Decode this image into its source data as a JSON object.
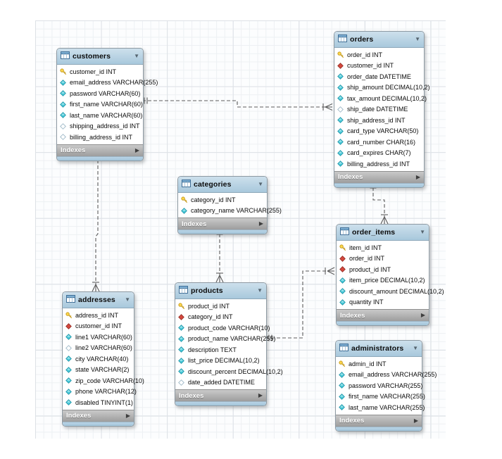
{
  "diagram": {
    "kind": "eer-diagram",
    "footer_label": "Indexes",
    "icons": {
      "collapse": "▼",
      "expand": "▶"
    },
    "colors": {
      "table_header": "#b7d3e5",
      "table_body": "#ffffff",
      "footer_bar": "#aeaeae",
      "footer_text": "#ffffff",
      "relationship_line": "#5c5c5c",
      "primary_key_icon": "#f7d24a",
      "foreign_key_icon": "#d4473d",
      "column_icon": "#45c8d8",
      "grid_line": "#dde1e6"
    }
  },
  "tables": [
    {
      "id": "customers",
      "title": "customers",
      "footer_label": "Indexes",
      "columns": [
        {
          "icon": "primary-key",
          "label": "customer_id INT"
        },
        {
          "icon": "not-null",
          "label": "email_address VARCHAR(255)"
        },
        {
          "icon": "not-null",
          "label": "password VARCHAR(60)"
        },
        {
          "icon": "not-null",
          "label": "first_name VARCHAR(60)"
        },
        {
          "icon": "not-null",
          "label": "last_name VARCHAR(60)"
        },
        {
          "icon": "nullable",
          "label": "shipping_address_id INT"
        },
        {
          "icon": "nullable",
          "label": "billing_address_id INT"
        }
      ]
    },
    {
      "id": "orders",
      "title": "orders",
      "footer_label": "Indexes",
      "columns": [
        {
          "icon": "primary-key",
          "label": "order_id INT"
        },
        {
          "icon": "foreign-key",
          "label": "customer_id INT"
        },
        {
          "icon": "not-null",
          "label": "order_date DATETIME"
        },
        {
          "icon": "not-null",
          "label": "ship_amount DECIMAL(10,2)"
        },
        {
          "icon": "not-null",
          "label": "tax_amount DECIMAL(10,2)"
        },
        {
          "icon": "nullable",
          "label": "ship_date DATETIME"
        },
        {
          "icon": "not-null",
          "label": "ship_address_id INT"
        },
        {
          "icon": "not-null",
          "label": "card_type VARCHAR(50)"
        },
        {
          "icon": "not-null",
          "label": "card_number CHAR(16)"
        },
        {
          "icon": "not-null",
          "label": "card_expires CHAR(7)"
        },
        {
          "icon": "not-null",
          "label": "billing_address_id INT"
        }
      ]
    },
    {
      "id": "categories",
      "title": "categories",
      "footer_label": "Indexes",
      "columns": [
        {
          "icon": "primary-key",
          "label": "category_id INT"
        },
        {
          "icon": "not-null",
          "label": "category_name VARCHAR(255)"
        }
      ]
    },
    {
      "id": "order_items",
      "title": "order_items",
      "footer_label": "Indexes",
      "columns": [
        {
          "icon": "primary-key",
          "label": "item_id INT"
        },
        {
          "icon": "foreign-key",
          "label": "order_id INT"
        },
        {
          "icon": "foreign-key",
          "label": "product_id INT"
        },
        {
          "icon": "not-null",
          "label": "item_price DECIMAL(10,2)"
        },
        {
          "icon": "not-null",
          "label": "discount_amount DECIMAL(10,2)"
        },
        {
          "icon": "not-null",
          "label": "quantity INT"
        }
      ]
    },
    {
      "id": "products",
      "title": "products",
      "footer_label": "Indexes",
      "columns": [
        {
          "icon": "primary-key",
          "label": "product_id INT"
        },
        {
          "icon": "foreign-key",
          "label": "category_id INT"
        },
        {
          "icon": "not-null",
          "label": "product_code VARCHAR(10)"
        },
        {
          "icon": "not-null",
          "label": "product_name VARCHAR(255)"
        },
        {
          "icon": "not-null",
          "label": "description TEXT"
        },
        {
          "icon": "not-null",
          "label": "list_price DECIMAL(10,2)"
        },
        {
          "icon": "not-null",
          "label": "discount_percent DECIMAL(10,2)"
        },
        {
          "icon": "nullable",
          "label": "date_added DATETIME"
        }
      ]
    },
    {
      "id": "addresses",
      "title": "addresses",
      "footer_label": "Indexes",
      "columns": [
        {
          "icon": "primary-key",
          "label": "address_id INT"
        },
        {
          "icon": "foreign-key",
          "label": "customer_id INT"
        },
        {
          "icon": "not-null",
          "label": "line1 VARCHAR(60)"
        },
        {
          "icon": "nullable",
          "label": "line2 VARCHAR(60)"
        },
        {
          "icon": "not-null",
          "label": "city VARCHAR(40)"
        },
        {
          "icon": "not-null",
          "label": "state VARCHAR(2)"
        },
        {
          "icon": "not-null",
          "label": "zip_code VARCHAR(10)"
        },
        {
          "icon": "not-null",
          "label": "phone VARCHAR(12)"
        },
        {
          "icon": "not-null",
          "label": "disabled TINYINT(1)"
        }
      ]
    },
    {
      "id": "administrators",
      "title": "administrators",
      "footer_label": "Indexes",
      "columns": [
        {
          "icon": "primary-key",
          "label": "admin_id INT"
        },
        {
          "icon": "not-null",
          "label": "email_address VARCHAR(255)"
        },
        {
          "icon": "not-null",
          "label": "password VARCHAR(255)"
        },
        {
          "icon": "not-null",
          "label": "first_name VARCHAR(255)"
        },
        {
          "icon": "not-null",
          "label": "last_name VARCHAR(255)"
        }
      ]
    }
  ],
  "relationships": [
    {
      "from": "customers",
      "to": "orders",
      "cardinality": "1:n",
      "line_style": "dashed"
    },
    {
      "from": "customers",
      "to": "addresses",
      "cardinality": "1:n",
      "line_style": "dashed"
    },
    {
      "from": "categories",
      "to": "products",
      "cardinality": "1:n",
      "line_style": "dashed"
    },
    {
      "from": "orders",
      "to": "order_items",
      "cardinality": "1:n",
      "line_style": "dashed"
    },
    {
      "from": "products",
      "to": "order_items",
      "cardinality": "1:n",
      "line_style": "dashed"
    }
  ]
}
